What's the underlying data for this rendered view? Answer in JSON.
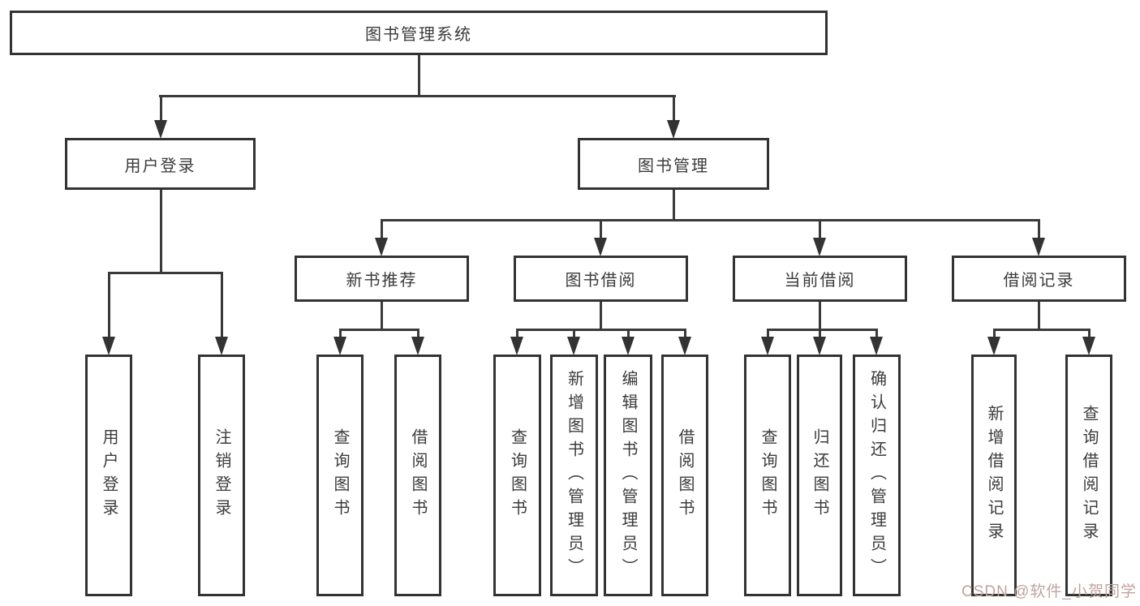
{
  "diagram": {
    "title": "图书管理系统",
    "branches": [
      {
        "label": "用户登录",
        "children": [
          {
            "label": "用户登录"
          },
          {
            "label": "注销登录"
          }
        ]
      },
      {
        "label": "图书管理",
        "children": [
          {
            "label": "新书推荐",
            "children": [
              {
                "label": "查询图书"
              },
              {
                "label": "借阅图书"
              }
            ]
          },
          {
            "label": "图书借阅",
            "children": [
              {
                "label": "查询图书"
              },
              {
                "label": "新增图书（管理员）"
              },
              {
                "label": "编辑图书（管理员）"
              },
              {
                "label": "借阅图书"
              }
            ]
          },
          {
            "label": "当前借阅",
            "children": [
              {
                "label": "查询图书"
              },
              {
                "label": "归还图书"
              },
              {
                "label": "确认归还（管理员）"
              }
            ]
          },
          {
            "label": "借阅记录",
            "children": [
              {
                "label": "新增借阅记录"
              },
              {
                "label": "查询借阅记录"
              }
            ]
          }
        ]
      }
    ]
  },
  "watermark": {
    "text": "CSDN @软件_小贺同学",
    "color": "#bfa3a0"
  },
  "colors": {
    "background": "#ffffff",
    "box_border": "#333333",
    "connector_line": "#3a3a3a",
    "text": "#3b3b3b"
  }
}
